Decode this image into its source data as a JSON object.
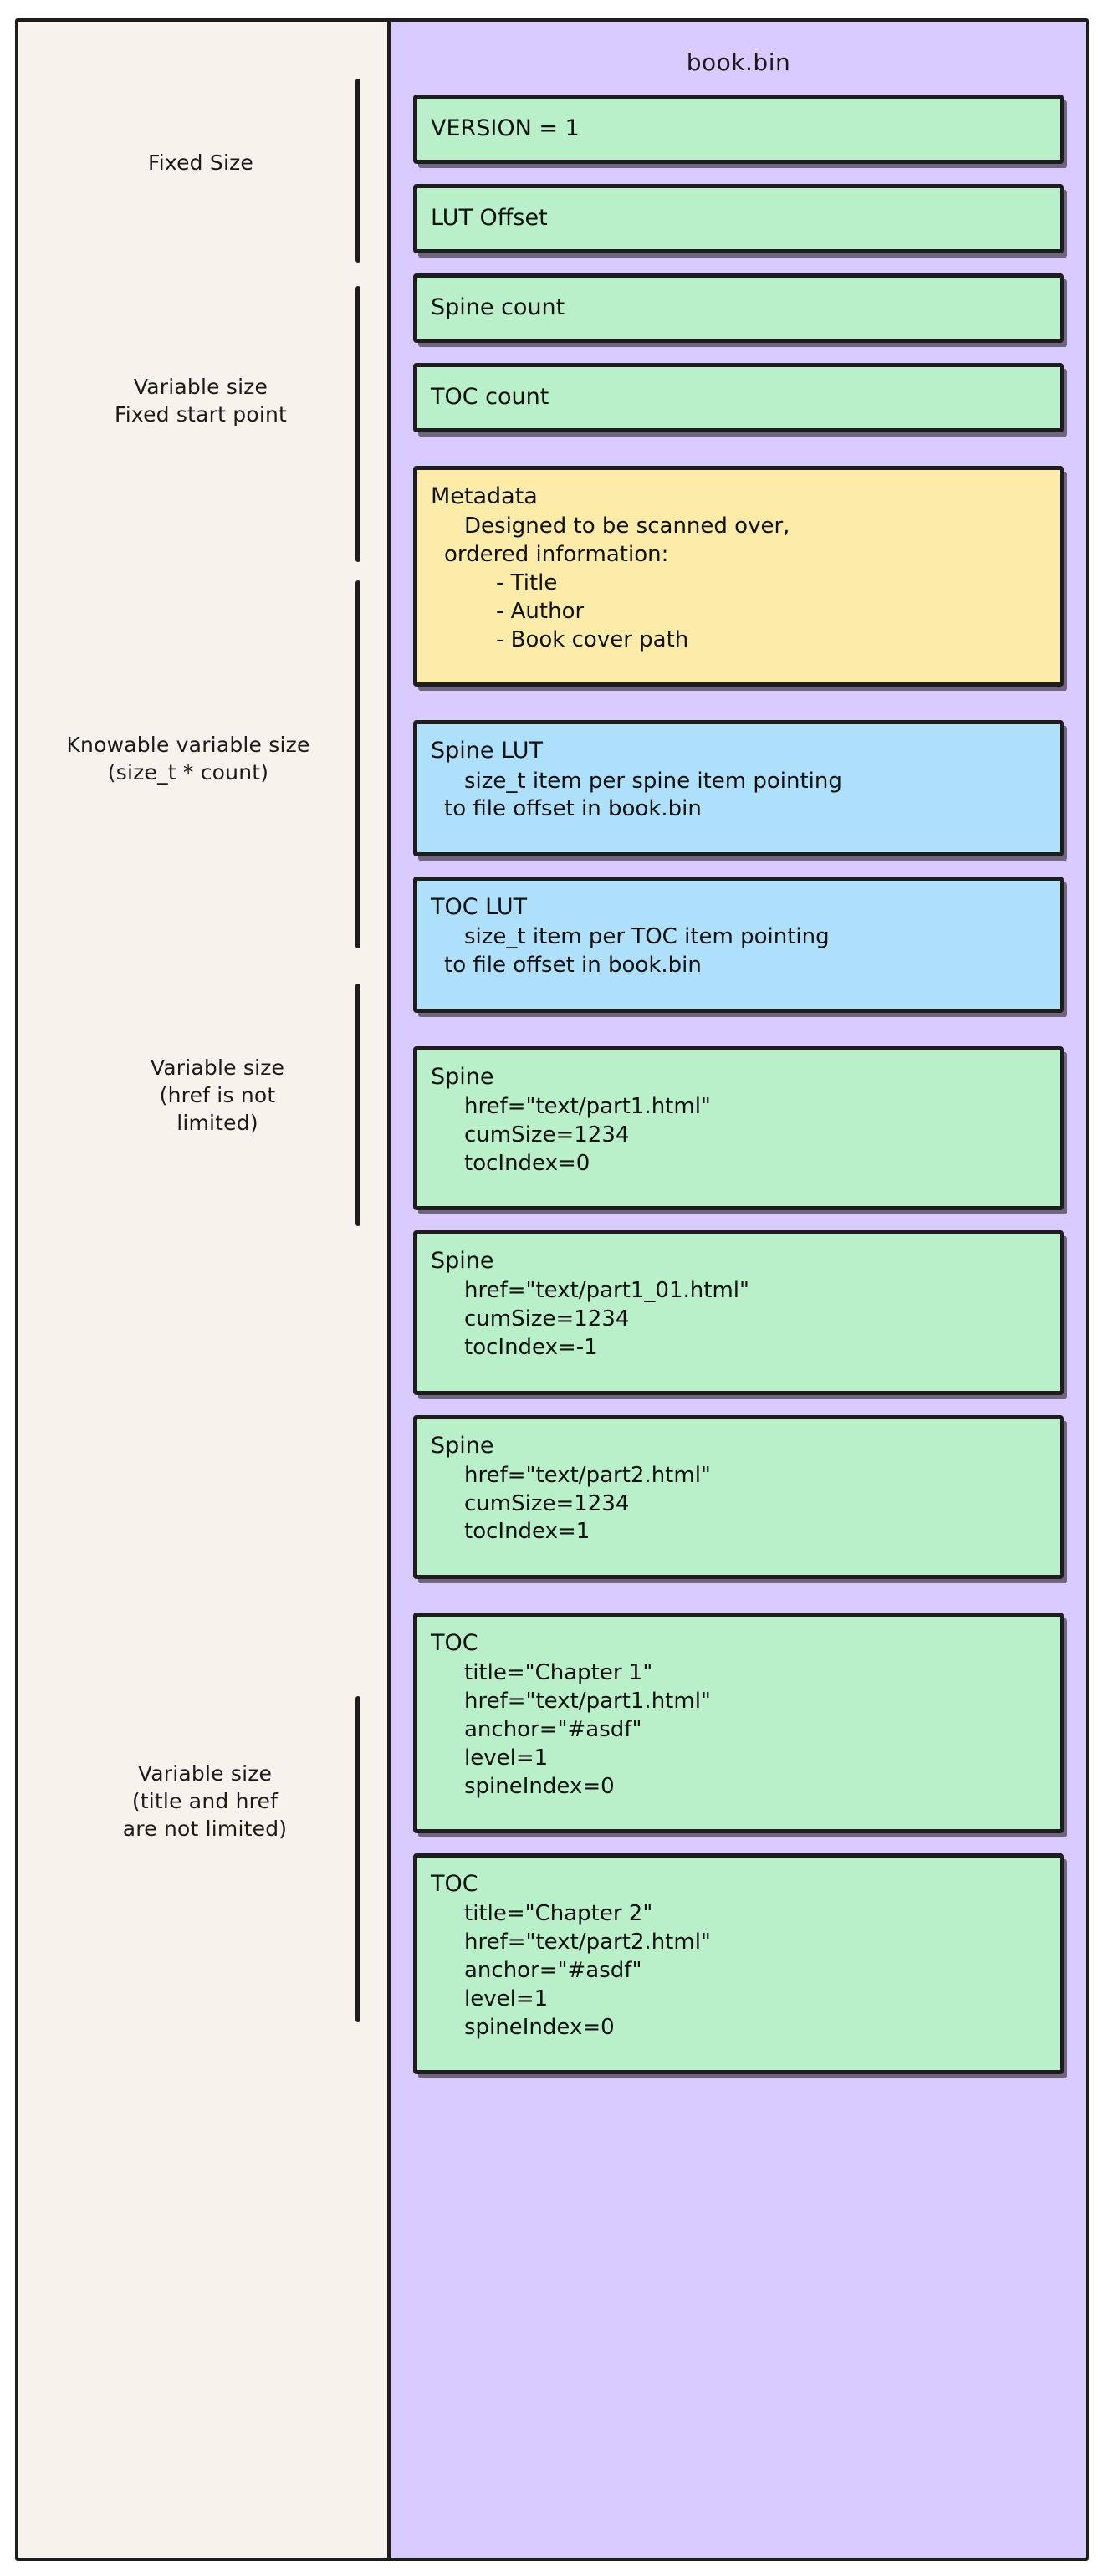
{
  "colors": {
    "canvas": "#ffffff",
    "left_panel": "#f8f2ec",
    "file_panel": "#d9caff",
    "green_block": "#b9f0c9",
    "yellow_block": "#fdeca9",
    "blue_block": "#aee0fb",
    "stroke": "#1d1d1d"
  },
  "file": {
    "title": "book.bin"
  },
  "annotations": [
    {
      "id": "fixed-size",
      "lines": [
        "Fixed Size"
      ]
    },
    {
      "id": "variable-fixed-start",
      "lines": [
        "Variable size",
        "Fixed start point"
      ]
    },
    {
      "id": "knowable-variable",
      "lines": [
        "Knowable variable size",
        "(size_t * count)"
      ]
    },
    {
      "id": "variable-href",
      "lines": [
        "Variable size",
        "(href is not",
        "limited)"
      ]
    },
    {
      "id": "variable-title-href",
      "lines": [
        "Variable size",
        "(title and href",
        "are not limited)"
      ]
    }
  ],
  "blocks": [
    {
      "id": "version",
      "color": "green",
      "header": "VERSION = 1",
      "lines": []
    },
    {
      "id": "lut-offset",
      "color": "green",
      "header": "LUT Offset",
      "lines": []
    },
    {
      "id": "spine-count",
      "color": "green",
      "header": "Spine count",
      "lines": []
    },
    {
      "id": "toc-count",
      "color": "green",
      "header": "TOC count",
      "lines": []
    },
    {
      "id": "metadata",
      "color": "yellow",
      "header": "Metadata",
      "lines": [
        "Designed to be scanned over,",
        "ordered information:"
      ],
      "bullets": [
        "- Title",
        "- Author",
        "- Book cover path"
      ]
    },
    {
      "id": "spine-lut",
      "color": "blue",
      "header": "Spine LUT",
      "lines": [
        "size_t item per spine item pointing",
        "to file offset in book.bin"
      ]
    },
    {
      "id": "toc-lut",
      "color": "blue",
      "header": "TOC LUT",
      "lines": [
        "size_t item per TOC item pointing",
        "to file offset in book.bin"
      ]
    },
    {
      "id": "spine-1",
      "color": "green",
      "header": "Spine",
      "lines": [
        "href=\"text/part1.html\"",
        "cumSize=1234",
        "tocIndex=0"
      ]
    },
    {
      "id": "spine-2",
      "color": "green",
      "header": "Spine",
      "lines": [
        "href=\"text/part1_01.html\"",
        "cumSize=1234",
        "tocIndex=-1"
      ]
    },
    {
      "id": "spine-3",
      "color": "green",
      "header": "Spine",
      "lines": [
        "href=\"text/part2.html\"",
        "cumSize=1234",
        "tocIndex=1"
      ]
    },
    {
      "id": "toc-1",
      "color": "green",
      "header": "TOC",
      "lines": [
        "title=\"Chapter 1\"",
        "href=\"text/part1.html\"",
        "anchor=\"#asdf\"",
        "level=1",
        "spineIndex=0"
      ]
    },
    {
      "id": "toc-2",
      "color": "green",
      "header": "TOC",
      "lines": [
        "title=\"Chapter 2\"",
        "href=\"text/part2.html\"",
        "anchor=\"#asdf\"",
        "level=1",
        "spineIndex=0"
      ]
    }
  ]
}
